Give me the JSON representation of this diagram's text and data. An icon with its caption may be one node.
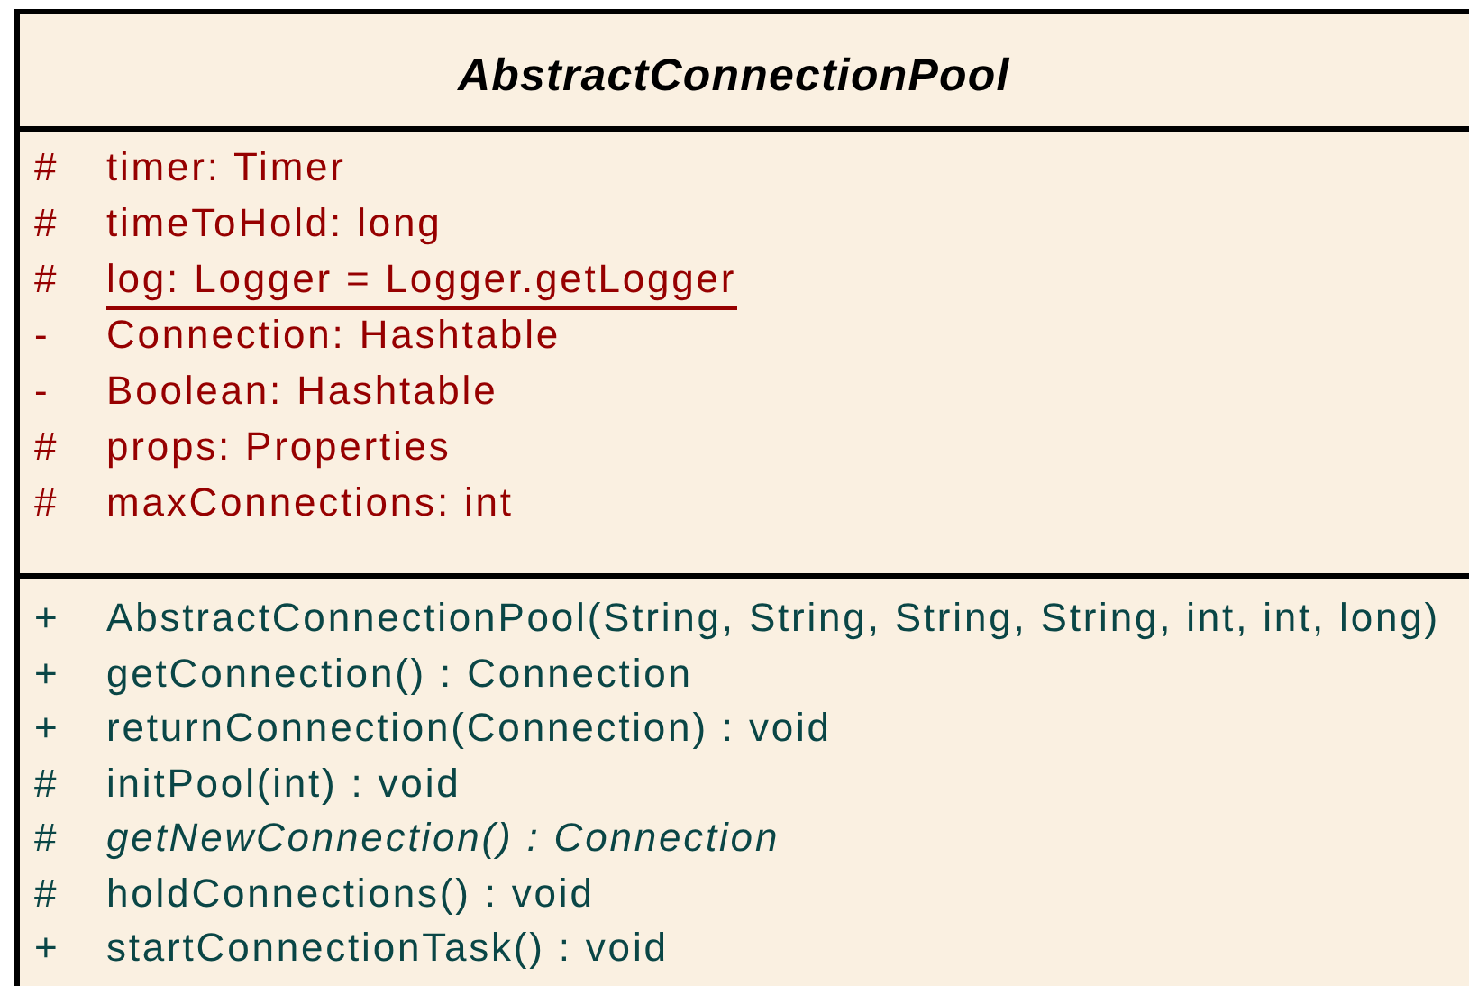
{
  "diagram": {
    "nodes": [
      {
        "text": [
          "AbstractConnectionPool"
        ]
      },
      {
        "text": [
          "# timer: Timer",
          "# timeToHold: long",
          "# log: Logger = Logger.getLogger",
          "- Connection: Hashtable",
          "- Boolean: Hashtable",
          "# props: Properties",
          "# maxConnections: int"
        ],
        "in": 0
      },
      {
        "text": [
          "+ AbstractConnectionPool(String, String, String, String, int, int, long)",
          "+ getConnection() : Connection",
          "+ returnConnection(Connection) : void",
          "# initPool(int) : void",
          "# *getNewConnection() : Connection*",
          "# holdConnections() : void",
          "+ startConnectionTask() : void"
        ],
        "in": 0
      }
    ]
  }
}
